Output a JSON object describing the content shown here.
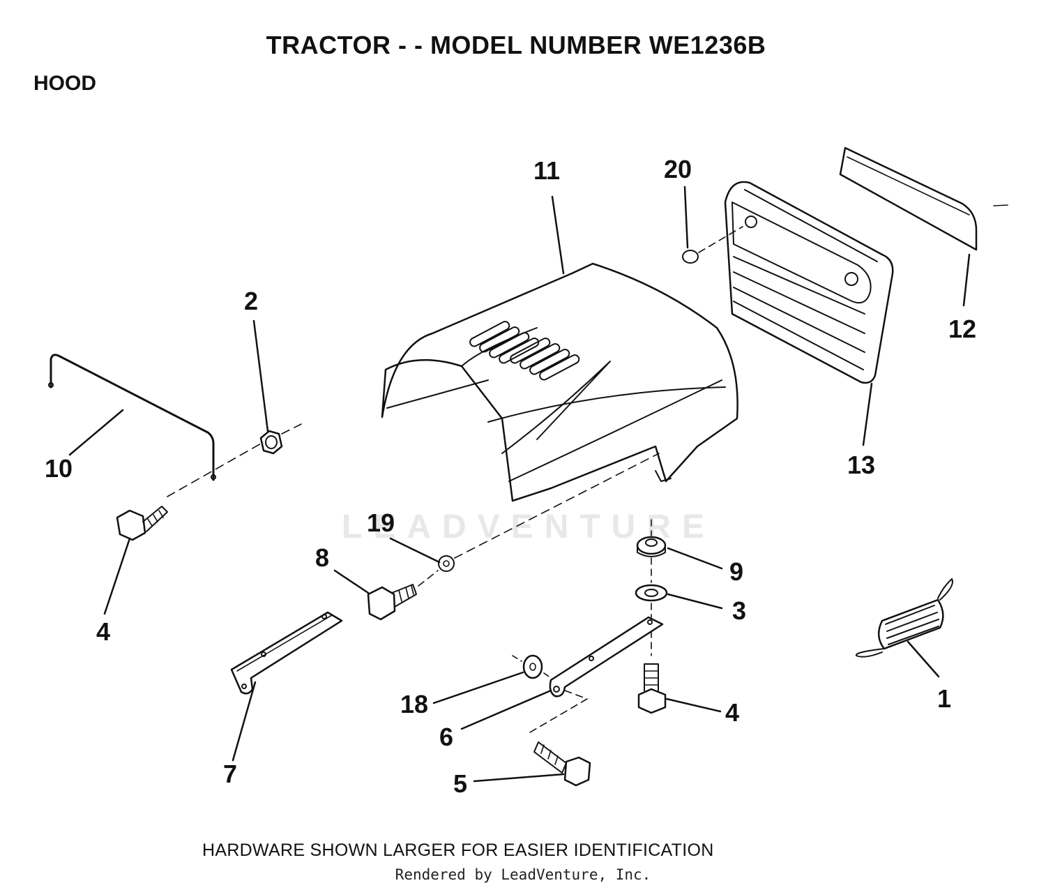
{
  "diagram": {
    "title": "TRACTOR - - MODEL NUMBER WE1236B",
    "section": "HOOD",
    "footnote": "HARDWARE SHOWN LARGER FOR EASIER IDENTIFICATION",
    "credit": "Rendered by LeadVenture, Inc.",
    "watermark": "LEADVENTURE"
  },
  "callouts": {
    "c1": "1",
    "c2": "2",
    "c3": "3",
    "c4a": "4",
    "c4b": "4",
    "c5": "5",
    "c6": "6",
    "c7": "7",
    "c8": "8",
    "c9": "9",
    "c10": "10",
    "c11": "11",
    "c12": "12",
    "c13": "13",
    "c18": "18",
    "c19": "19",
    "c20": "20"
  }
}
